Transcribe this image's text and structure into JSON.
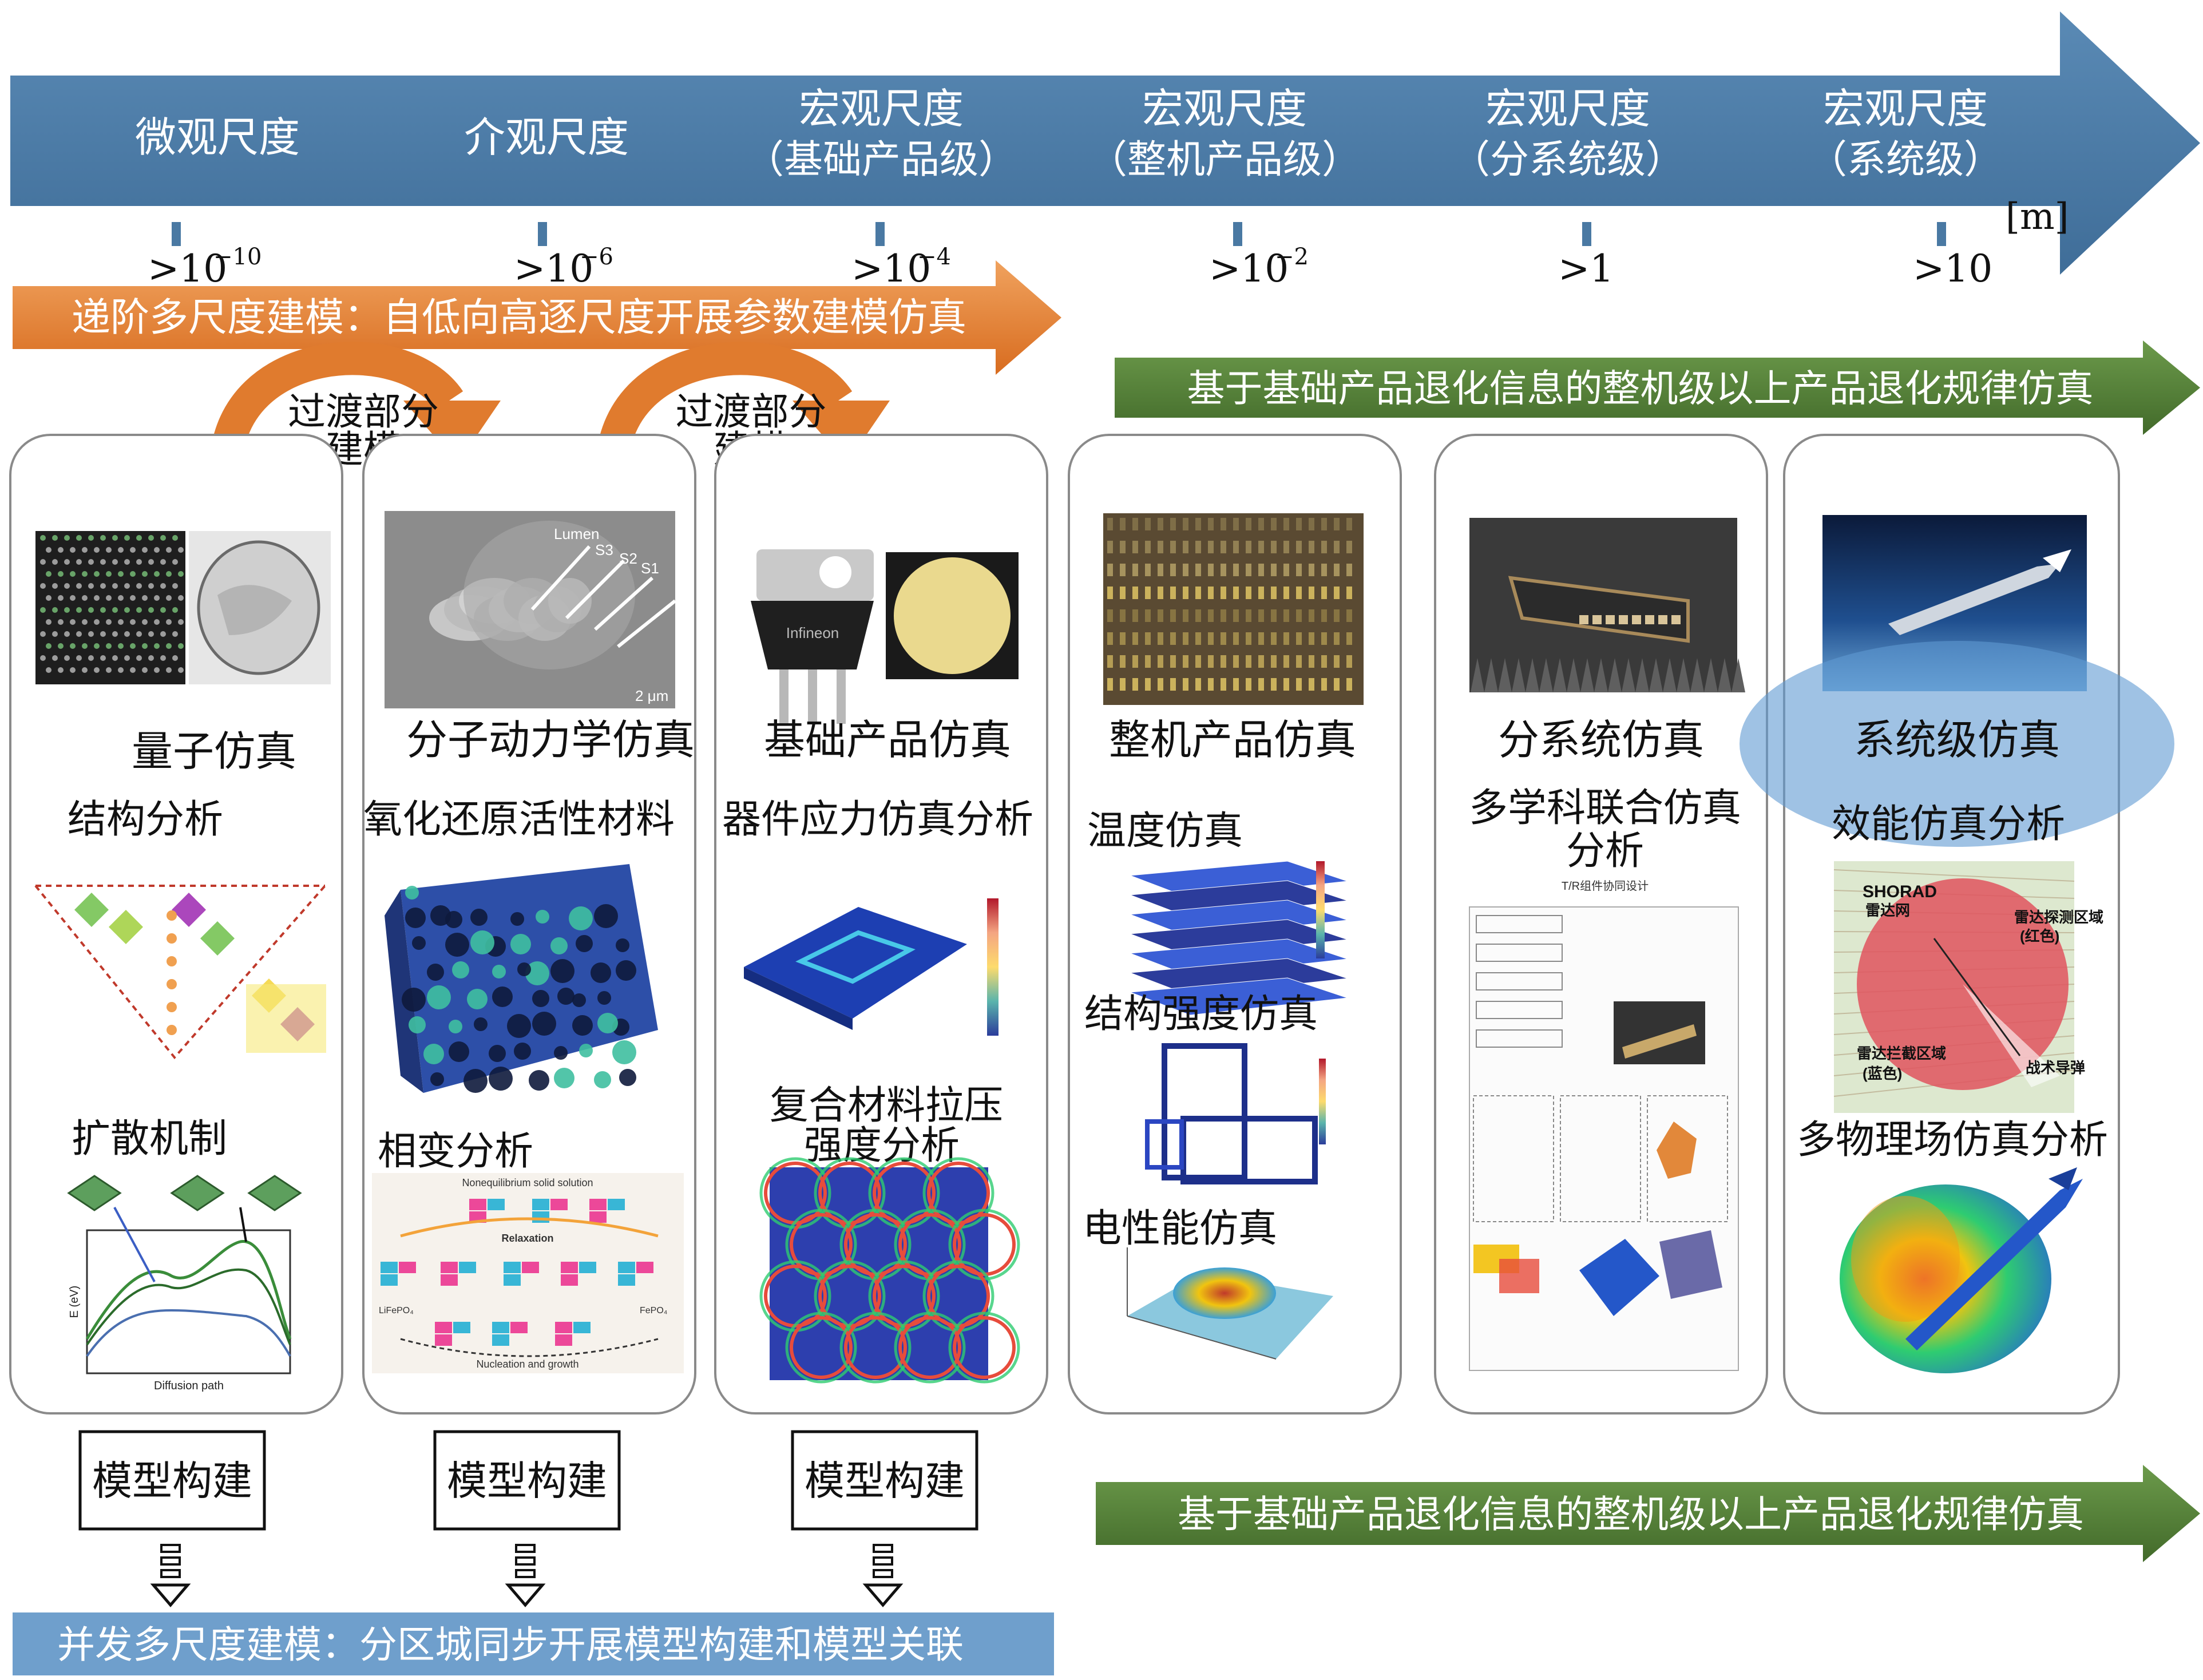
{
  "scale_arrow": {
    "color": "#4a79a3",
    "unit": "[m]",
    "columns": [
      {
        "lines": [
          "微观尺度"
        ],
        "tick": ">10",
        "exp": "−10"
      },
      {
        "lines": [
          "介观尺度"
        ],
        "tick": ">10",
        "exp": "−6"
      },
      {
        "lines": [
          "宏观尺度",
          "（基础产品级）"
        ],
        "tick": ">10",
        "exp": "−4"
      },
      {
        "lines": [
          "宏观尺度",
          "（整机产品级）"
        ],
        "tick": ">10",
        "exp": "−2"
      },
      {
        "lines": [
          "宏观尺度",
          "（分系统级）"
        ],
        "tick": ">1",
        "exp": ""
      },
      {
        "lines": [
          "宏观尺度",
          "（系统级）"
        ],
        "tick": ">10",
        "exp": ""
      }
    ]
  },
  "orange_banner": {
    "text": "递阶多尺度建模：自低向高逐尺度开展参数建模仿真",
    "color": "#e07b2e"
  },
  "transition_arrows": [
    {
      "lines": [
        "过渡部分",
        "建模"
      ]
    },
    {
      "lines": [
        "过渡部分",
        "建模"
      ]
    }
  ],
  "green_banner_top": {
    "text": "基于基础产品退化信息的整机级以上产品退化规律仿真",
    "color": "#4f7a33"
  },
  "green_banner_bottom": {
    "text": "基于基础产品退化信息的整机级以上产品退化规律仿真",
    "color": "#4f7a33"
  },
  "panels": [
    {
      "title": "量子仿真",
      "labels": [
        "结构分析",
        "扩散机制"
      ],
      "figure_texts": [
        "Diffusion path",
        "E (eV)"
      ]
    },
    {
      "title": "分子动力学仿真",
      "labels": [
        "氧化还原活性材料",
        "相变分析"
      ],
      "figure_texts": [
        "Lumen",
        "S3",
        "S2",
        "S1",
        "2 μm",
        "Nonequilibrium solid solution",
        "Relaxation",
        "Nucleation and growth",
        "LiFePO₄",
        "FePO₄"
      ]
    },
    {
      "title": "基础产品仿真",
      "labels": [
        "器件应力仿真分析",
        "复合材料拉压",
        "强度分析"
      ],
      "figure_texts": [
        "Infineon"
      ]
    },
    {
      "title": "整机产品仿真",
      "labels": [
        "温度仿真",
        "结构强度仿真",
        "电性能仿真"
      ],
      "figure_texts": []
    },
    {
      "title": "分系统仿真",
      "labels": [
        "多学科联合仿真",
        "分析"
      ],
      "figure_texts": [
        "T/R组件协同设计"
      ]
    },
    {
      "title": "系统级仿真",
      "labels": [
        "效能仿真分析",
        "多物理场仿真分析"
      ],
      "figure_texts": [
        "SHORAD",
        "雷达网",
        "雷达探测区域",
        "(红色)",
        "雷达拦截区域",
        "(蓝色)",
        "战术导弹"
      ]
    }
  ],
  "model_boxes": [
    {
      "label": "模型构建"
    },
    {
      "label": "模型构建"
    },
    {
      "label": "模型构建"
    }
  ],
  "blue_banner": {
    "text": "并发多尺度建模：分区城同步开展模型构建和模型关联",
    "color": "#6f9fcc"
  }
}
